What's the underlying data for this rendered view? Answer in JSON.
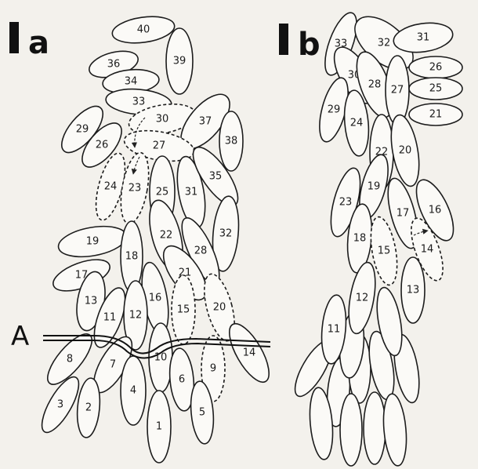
{
  "panels": {
    "a": {
      "label": "a"
    },
    "b": {
      "label": "b"
    }
  },
  "section_line_label": "A",
  "cell_labels_a": [
    "40",
    "39",
    "36",
    "34",
    "33",
    "30",
    "37",
    "38",
    "29",
    "26",
    "27",
    "24",
    "23",
    "25",
    "31",
    "35",
    "19",
    "18",
    "22",
    "32",
    "28",
    "17",
    "21",
    "16",
    "15",
    "20",
    "13",
    "11",
    "12",
    "14",
    "10",
    "8",
    "7",
    "9",
    "6",
    "4",
    "3",
    "2",
    "5",
    "1"
  ],
  "cell_labels_b": [
    "33",
    "32",
    "31",
    "30",
    "28",
    "27",
    "26",
    "25",
    "29",
    "24",
    "21",
    "22",
    "20",
    "19",
    "23",
    "17",
    "16",
    "18",
    "15",
    "14",
    "13",
    "12",
    "11"
  ]
}
